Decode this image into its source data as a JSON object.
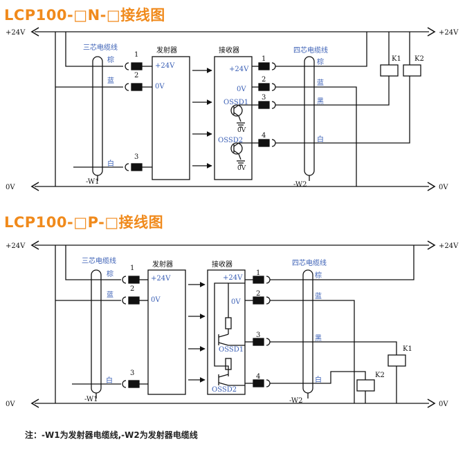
{
  "titles": {
    "npn": "LCP100-□N-□接线图",
    "pnp": "LCP100-□P-□接线图"
  },
  "rails": {
    "plus": "+24V",
    "zero": "0V"
  },
  "cable3": {
    "name": "三芯电缆线",
    "tag": "-W1",
    "brown": "棕",
    "blue": "蓝",
    "white": "白"
  },
  "cable4": {
    "name": "四芯电缆线",
    "tag": "-W2",
    "brown": "棕",
    "blue": "蓝",
    "black": "黑",
    "white": "白"
  },
  "emitter": {
    "name": "发射器",
    "p24": "+24V",
    "p0": "0V"
  },
  "receiver": {
    "name": "接收器",
    "p24": "+24V",
    "p0": "0V",
    "ossd1": "OSSD1",
    "ossd2": "OSSD2"
  },
  "pins": {
    "n1": "1",
    "n2": "2",
    "n3": "3",
    "n4": "4"
  },
  "relays": {
    "k1": "K1",
    "k2": "K2"
  },
  "note": "注：-W1为发射器电缆线,-W2为发射器电缆线",
  "colors": {
    "title": "#f08a1c",
    "wire": "#111111",
    "label_blue": "#3a5fb5"
  }
}
